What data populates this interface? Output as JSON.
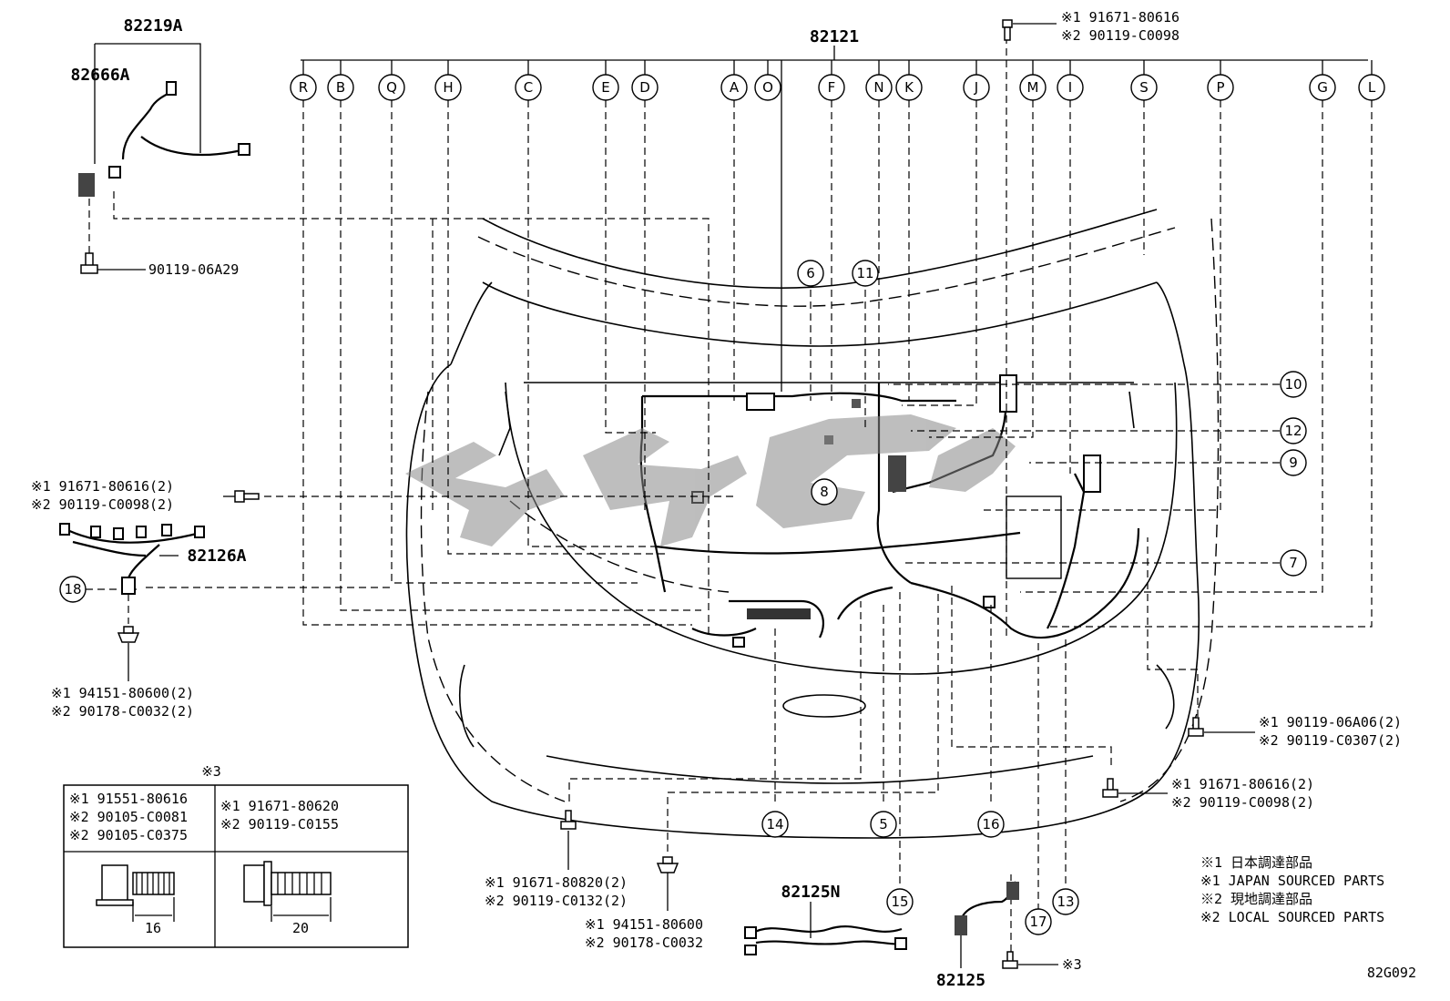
{
  "main_part": "82121",
  "letter_callouts": [
    "R",
    "B",
    "Q",
    "H",
    "C",
    "E",
    "D",
    "A",
    "O",
    "F",
    "N",
    "K",
    "J",
    "M",
    "I",
    "S",
    "P",
    "G",
    "L"
  ],
  "number_callouts": [
    "6",
    "11",
    "8",
    "10",
    "12",
    "9",
    "7",
    "18",
    "14",
    "5",
    "16",
    "15",
    "17",
    "13"
  ],
  "parts": {
    "p82219a": "82219A",
    "p82666a": "82666A",
    "p82126a": "82126A",
    "p82125n": "82125N",
    "p82125": "82125"
  },
  "fasteners": {
    "f_top_1": "※1 91671-80616",
    "f_top_2": "※2 90119-C0098",
    "f_tl": "90119-06A29",
    "f_left_1": "※1 91671-80616(2)",
    "f_left_2": "※2 90119-C0098(2)",
    "f_left_low_1": "※1 94151-80600(2)",
    "f_left_low_2": "※2 90178-C0032(2)",
    "f_right_1": "※1 90119-06A06(2)",
    "f_right_2": "※2 90119-C0307(2)",
    "f_right2_1": "※1 91671-80616(2)",
    "f_right2_2": "※2 90119-C0098(2)",
    "f_bot_1": "※1 91671-80820(2)",
    "f_bot_2": "※2 90119-C0132(2)",
    "f_bot2_1": "※1 94151-80600",
    "f_bot2_2": "※2 90178-C0032",
    "f_bot3": "※3"
  },
  "ref_table": {
    "title": "※3",
    "col1": [
      "※1 91551-80616",
      "※2 90105-C0081",
      "※2 90105-C0375"
    ],
    "col2": [
      "※1 91671-80620",
      "※2 90119-C0155"
    ],
    "dim1": "16",
    "dim2": "20"
  },
  "legend": [
    "※1 日本調達部品",
    "※1 JAPAN SOURCED PARTS",
    "※2 現地調達部品",
    "※2 LOCAL SOURCED PARTS"
  ],
  "diagram_code": "82G092"
}
